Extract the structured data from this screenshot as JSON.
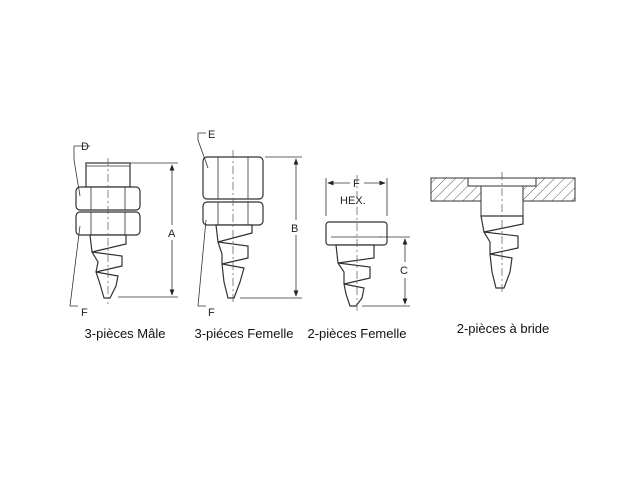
{
  "figures": [
    {
      "caption": "3-pièces Mâle",
      "labels": {
        "top": "D",
        "bottom": "F",
        "dimension": "A"
      }
    },
    {
      "caption": "3-piéces Femelle",
      "labels": {
        "top": "E",
        "bottom": "F",
        "dimension": "B"
      }
    },
    {
      "caption": "2-pièces Femelle",
      "labels": {
        "width": "F",
        "width_note": "HEX.",
        "dimension": "C"
      }
    },
    {
      "caption": "2-pièces à bride"
    }
  ]
}
